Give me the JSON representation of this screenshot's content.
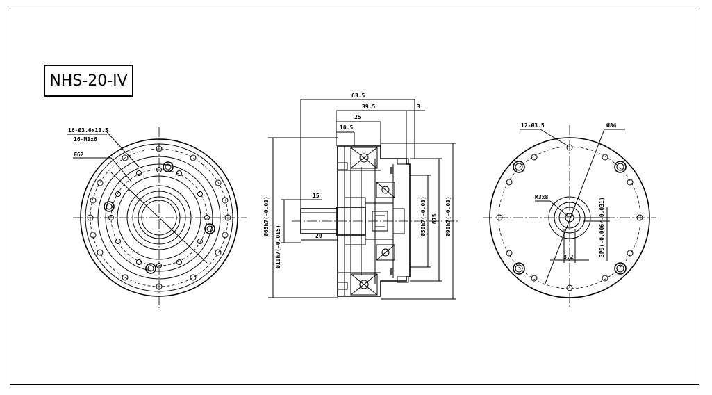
{
  "title": "NHS-20-IV",
  "left_view": {
    "labels": [
      "16-Ø3.6x13.5",
      "16-M3x6",
      "Ø62"
    ]
  },
  "side_view": {
    "labels": [
      "63.5",
      "39.5",
      "3",
      "25",
      "10.5",
      "15",
      "20",
      "Ø65h7(-0.03)",
      "Ø10h7(-0.015)",
      "Ø50h7(-0.03)",
      "Ø75",
      "Ø90h7(-0.03)"
    ]
  },
  "right_view": {
    "labels": [
      "12-Ø3.5",
      "Ø84",
      "M3x8",
      "8.2",
      "3P9(-0.006/-0.031)"
    ]
  }
}
